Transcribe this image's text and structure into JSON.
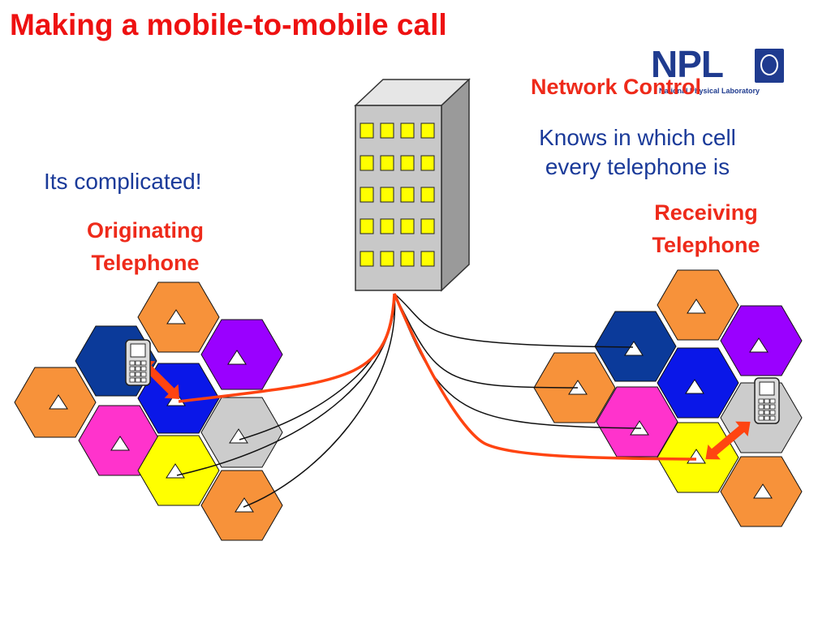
{
  "slide": {
    "title": "Making a mobile-to-mobile call",
    "network_control": "Network Control",
    "knows_line1": "Knows in which cell",
    "knows_line2": "every telephone is",
    "complicated": "Its complicated!",
    "originating_line1": "Originating",
    "originating_line2": "Telephone",
    "receiving_line1": "Receiving",
    "receiving_line2": "Telephone"
  },
  "logo": {
    "letters": "NPL",
    "subtitle": "National Physical Laboratory"
  },
  "colors": {
    "title": "#ee1111",
    "body_text": "#1a3a99",
    "label_red": "#ee2a1a",
    "call_path": "#ff4411",
    "cell_orange": "#f7923a",
    "cell_navy": "#0b3a9a",
    "cell_blue": "#0a17e8",
    "cell_purple": "#9a00ff",
    "cell_magenta": "#ff33cc",
    "cell_yellow": "#ffff00",
    "cell_gray": "#cccccc",
    "building": "#c8c8c8",
    "window": "#ffff00"
  },
  "icons": [
    "cell-tower-icon",
    "mobile-phone-icon",
    "double-arrow-icon",
    "building-icon"
  ]
}
